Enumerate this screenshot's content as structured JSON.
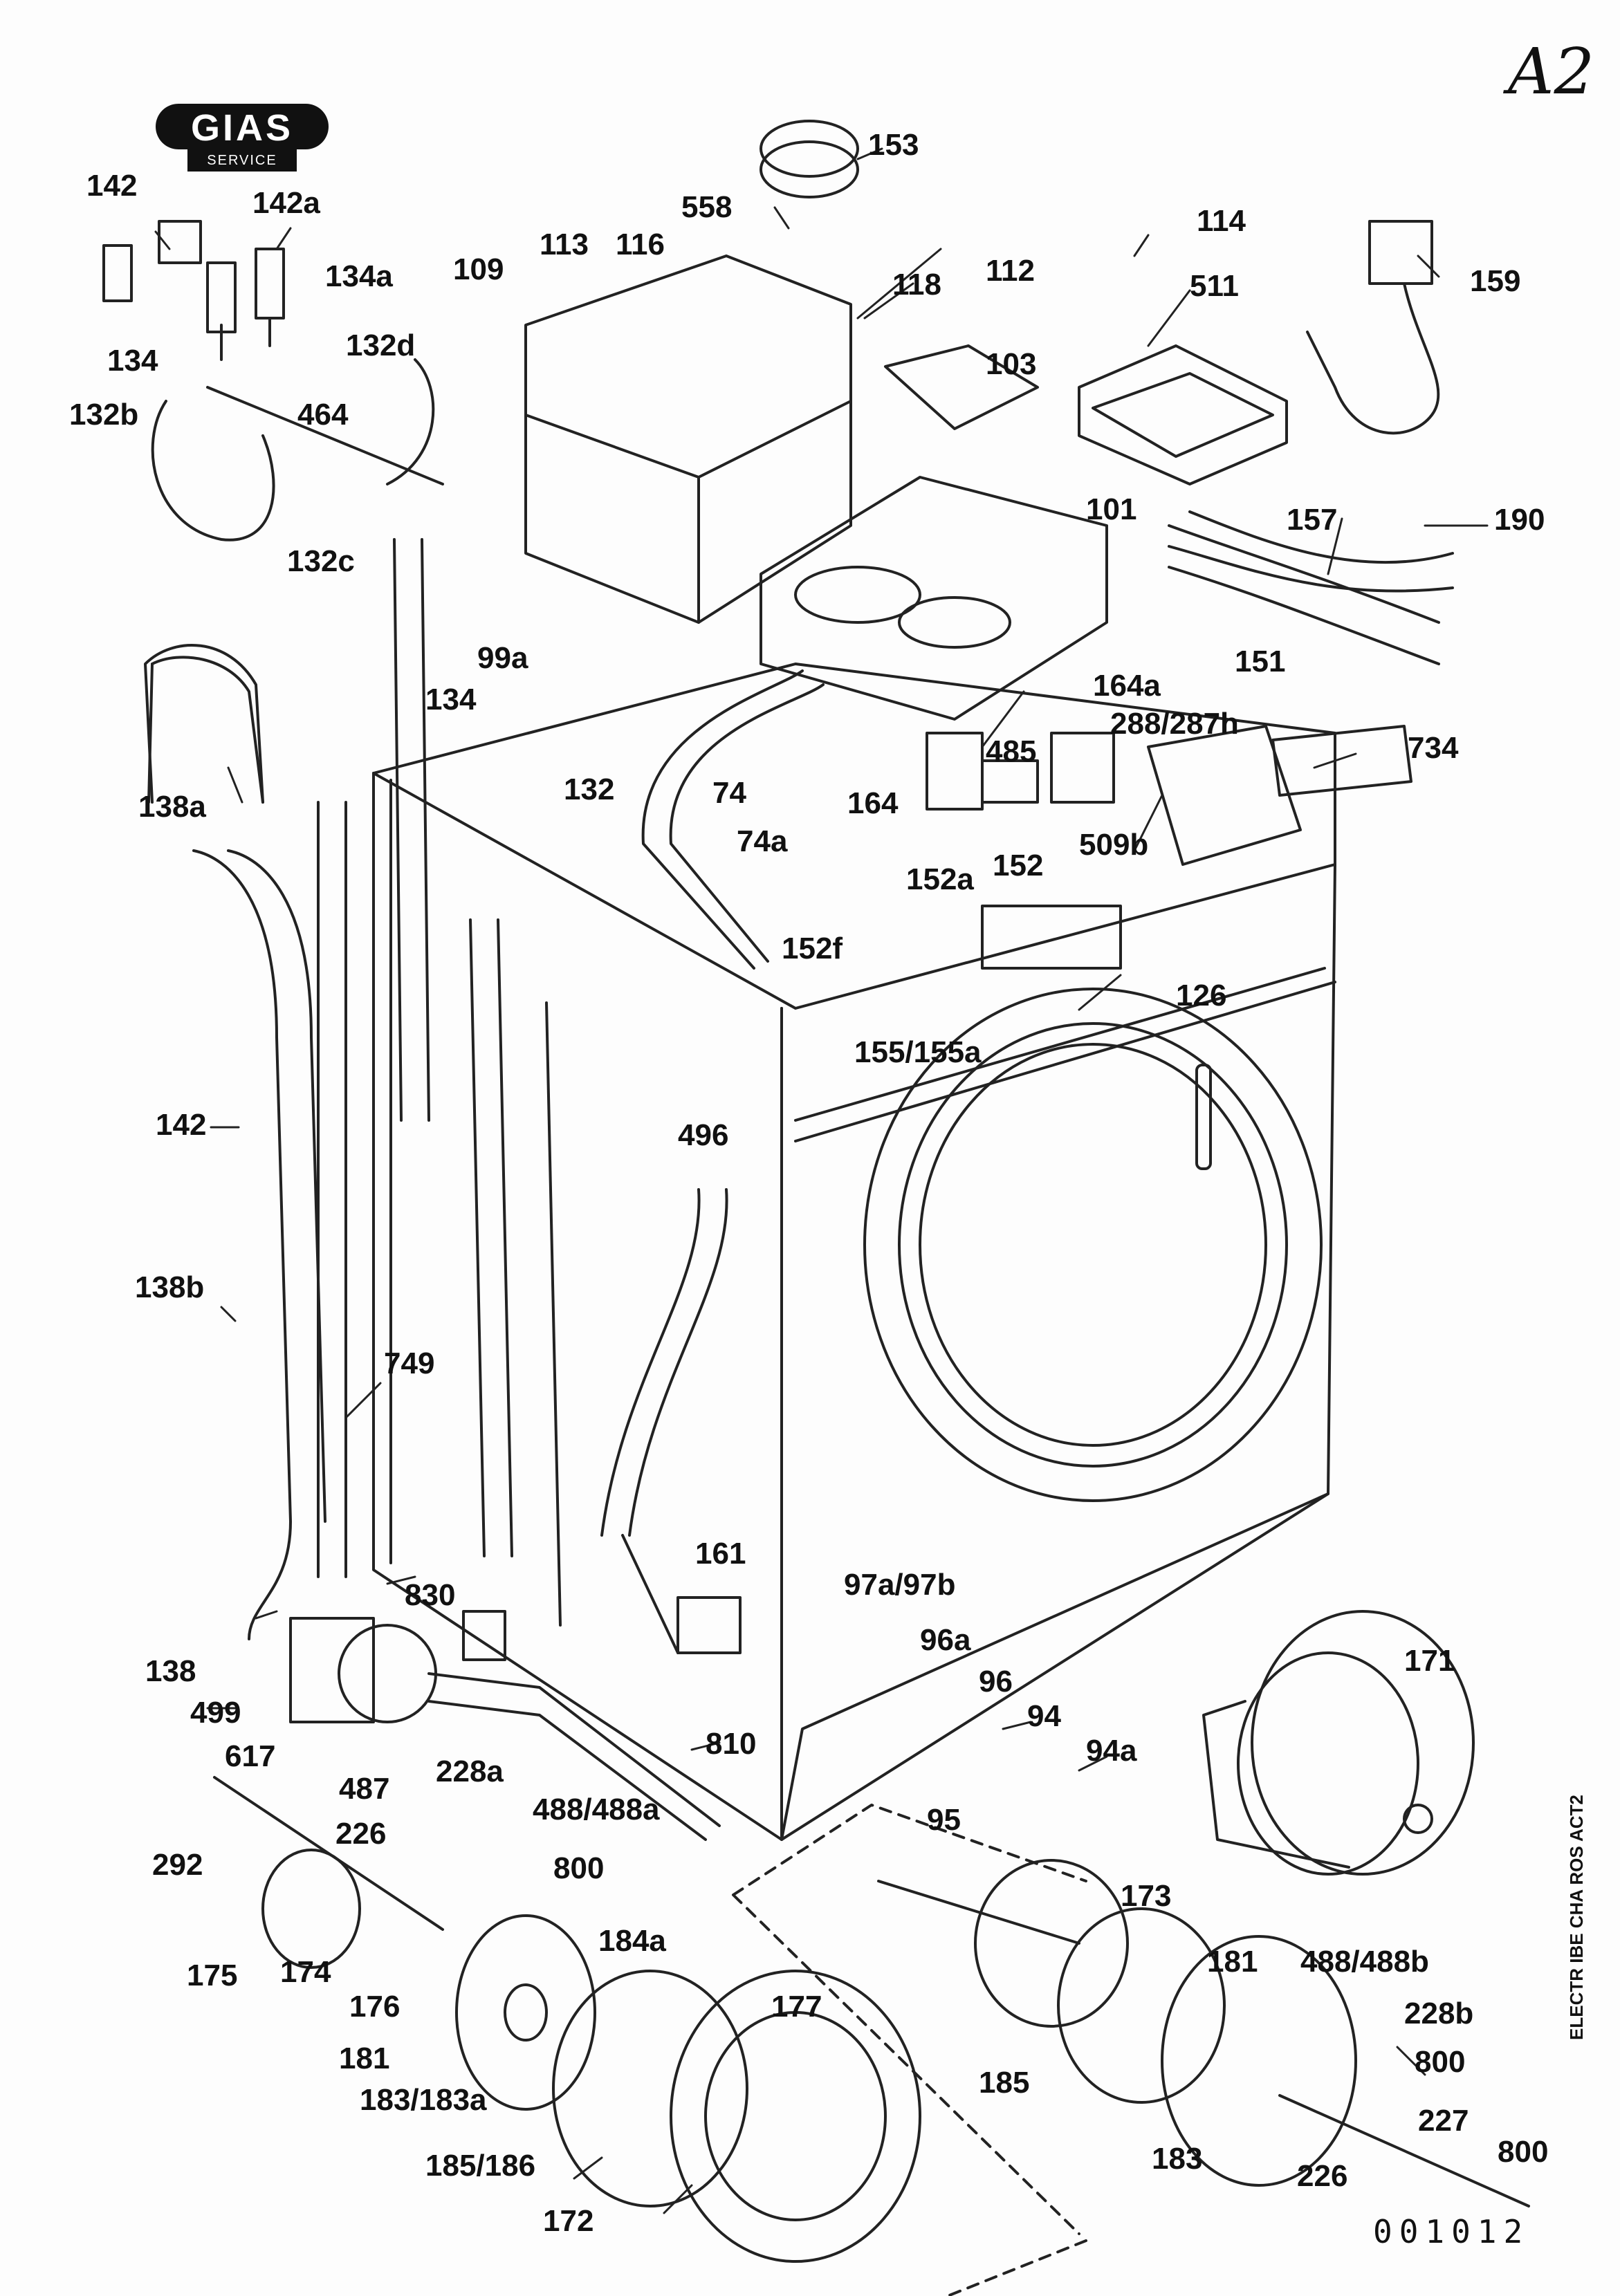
{
  "sheet": {
    "corner_code": "A2",
    "logo_brand": "GIAS",
    "logo_tagline": "SERVICE",
    "serial_number": "001012",
    "side_text": "ELECTR IBE CHA ROS ACT2"
  },
  "labels": [
    {
      "id": "lbl-153",
      "text": "153"
    },
    {
      "id": "lbl-142",
      "text": "142"
    },
    {
      "id": "lbl-142a",
      "text": "142a"
    },
    {
      "id": "lbl-558",
      "text": "558"
    },
    {
      "id": "lbl-114",
      "text": "114"
    },
    {
      "id": "lbl-113",
      "text": "113"
    },
    {
      "id": "lbl-116",
      "text": "116"
    },
    {
      "id": "lbl-112",
      "text": "112"
    },
    {
      "id": "lbl-109",
      "text": "109"
    },
    {
      "id": "lbl-134a",
      "text": "134a"
    },
    {
      "id": "lbl-118",
      "text": "118"
    },
    {
      "id": "lbl-511",
      "text": "511"
    },
    {
      "id": "lbl-159",
      "text": "159"
    },
    {
      "id": "lbl-132d",
      "text": "132d"
    },
    {
      "id": "lbl-134-top",
      "text": "134"
    },
    {
      "id": "lbl-103",
      "text": "103"
    },
    {
      "id": "lbl-132b",
      "text": "132b"
    },
    {
      "id": "lbl-464",
      "text": "464"
    },
    {
      "id": "lbl-101",
      "text": "101"
    },
    {
      "id": "lbl-157",
      "text": "157"
    },
    {
      "id": "lbl-190",
      "text": "190"
    },
    {
      "id": "lbl-132c",
      "text": "132c"
    },
    {
      "id": "lbl-99a",
      "text": "99a"
    },
    {
      "id": "lbl-164a",
      "text": "164a"
    },
    {
      "id": "lbl-151",
      "text": "151"
    },
    {
      "id": "lbl-134-mid",
      "text": "134"
    },
    {
      "id": "lbl-288-287h",
      "text": "288/287h"
    },
    {
      "id": "lbl-485",
      "text": "485"
    },
    {
      "id": "lbl-734",
      "text": "734"
    },
    {
      "id": "lbl-132",
      "text": "132"
    },
    {
      "id": "lbl-138a",
      "text": "138a"
    },
    {
      "id": "lbl-74",
      "text": "74"
    },
    {
      "id": "lbl-164",
      "text": "164"
    },
    {
      "id": "lbl-74a",
      "text": "74a"
    },
    {
      "id": "lbl-509b",
      "text": "509b"
    },
    {
      "id": "lbl-152",
      "text": "152"
    },
    {
      "id": "lbl-152a",
      "text": "152a"
    },
    {
      "id": "lbl-152f",
      "text": "152f"
    },
    {
      "id": "lbl-126",
      "text": "126"
    },
    {
      "id": "lbl-155-155a",
      "text": "155/155a"
    },
    {
      "id": "lbl-142-mid",
      "text": "142"
    },
    {
      "id": "lbl-496",
      "text": "496"
    },
    {
      "id": "lbl-138b",
      "text": "138b"
    },
    {
      "id": "lbl-749",
      "text": "749"
    },
    {
      "id": "lbl-161",
      "text": "161"
    },
    {
      "id": "lbl-830",
      "text": "830"
    },
    {
      "id": "lbl-97a-97b",
      "text": "97a/97b"
    },
    {
      "id": "lbl-96a",
      "text": "96a"
    },
    {
      "id": "lbl-171",
      "text": "171"
    },
    {
      "id": "lbl-138",
      "text": "138"
    },
    {
      "id": "lbl-96",
      "text": "96"
    },
    {
      "id": "lbl-499",
      "text": "499"
    },
    {
      "id": "lbl-94",
      "text": "94"
    },
    {
      "id": "lbl-810",
      "text": "810"
    },
    {
      "id": "lbl-94a",
      "text": "94a"
    },
    {
      "id": "lbl-617",
      "text": "617"
    },
    {
      "id": "lbl-487",
      "text": "487"
    },
    {
      "id": "lbl-228a",
      "text": "228a"
    },
    {
      "id": "lbl-95",
      "text": "95"
    },
    {
      "id": "lbl-226-left",
      "text": "226"
    },
    {
      "id": "lbl-488-488a",
      "text": "488/488a"
    },
    {
      "id": "lbl-292",
      "text": "292"
    },
    {
      "id": "lbl-800-left",
      "text": "800"
    },
    {
      "id": "lbl-173",
      "text": "173"
    },
    {
      "id": "lbl-175",
      "text": "175"
    },
    {
      "id": "lbl-174",
      "text": "174"
    },
    {
      "id": "lbl-184a",
      "text": "184a"
    },
    {
      "id": "lbl-181-right",
      "text": "181"
    },
    {
      "id": "lbl-488-488b",
      "text": "488/488b"
    },
    {
      "id": "lbl-176",
      "text": "176"
    },
    {
      "id": "lbl-177",
      "text": "177"
    },
    {
      "id": "lbl-228b",
      "text": "228b"
    },
    {
      "id": "lbl-181-left",
      "text": "181"
    },
    {
      "id": "lbl-800-right",
      "text": "800"
    },
    {
      "id": "lbl-185",
      "text": "185"
    },
    {
      "id": "lbl-183-183a",
      "text": "183/183a"
    },
    {
      "id": "lbl-227",
      "text": "227"
    },
    {
      "id": "lbl-183",
      "text": "183"
    },
    {
      "id": "lbl-185-186",
      "text": "185/186"
    },
    {
      "id": "lbl-226-right",
      "text": "226"
    },
    {
      "id": "lbl-800-bottom",
      "text": "800"
    },
    {
      "id": "lbl-172",
      "text": "172"
    }
  ]
}
